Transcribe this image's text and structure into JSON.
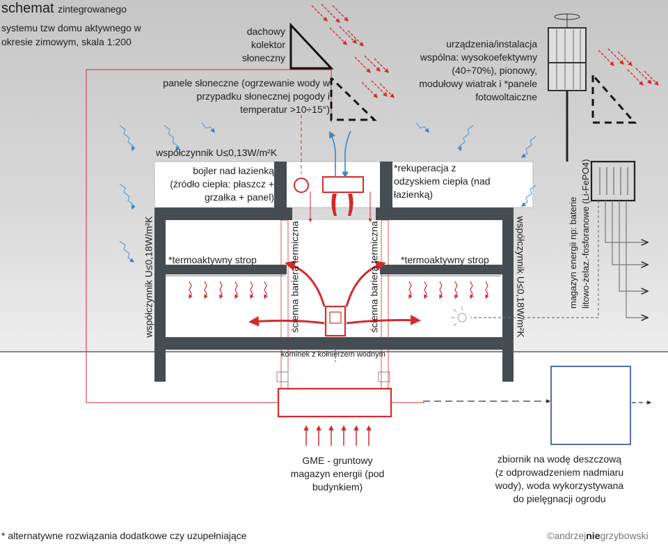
{
  "title": {
    "main": "schemat",
    "sub_first": "zintegrowanego",
    "line2": "systemu tzw domu aktywnego w",
    "line3": "okresie zimowym, skala 1:200"
  },
  "roof_collector": {
    "lines": [
      "dachowy",
      "kolektor",
      "słoneczny"
    ]
  },
  "solar_panels": {
    "lines": [
      "panele słoneczne (ogrzewanie wody w",
      "przypadku słonecznej pogody i",
      "temperatur >10÷15°)"
    ]
  },
  "wind_turbine": {
    "lines": [
      "urządzenia/instalacja",
      "wspólna: wysokoefektywny",
      "(40÷70%), pionowy,",
      "modułowy wiatrak i *panele",
      "fotowoltaiczne"
    ]
  },
  "roof_coefficient": "współczynnik U≤0,13W/m²K",
  "boiler": {
    "lines": [
      "bojler nad łazienką",
      "(źródło ciepła: płaszcz +",
      "grzałka + panel)"
    ]
  },
  "recuperation": {
    "lines": [
      "*rekuperacja z",
      "odzyskiem ciepła (nad",
      "łazienką)"
    ]
  },
  "wall_coefficient_left": "współczynnik U≤0,18W/m²K",
  "wall_coefficient_right": "współczynnik U≤0,18W/m²K",
  "ceiling_left": "*termoaktywny strop",
  "ceiling_right": "*termoaktywny strop",
  "thermal_barrier_left": "ścienna bariera termiczna",
  "thermal_barrier_right": "ścienna bariera termiczna",
  "fireplace": "kominek z kołnierzem wodnym",
  "battery": {
    "lines": [
      "magazyn energii np: baterie",
      "litowo-żelaz.-fosforanowe (Li-FePO4)"
    ]
  },
  "ground_storage": {
    "lines": [
      "GME - gruntowy",
      "magazyn energii (pod",
      "budynkiem)"
    ]
  },
  "rain_tank": {
    "lines": [
      "zbiornik na wodę deszczową",
      "(z odprowadzeniem nadmiaru",
      "wody), woda wykorzystywana",
      "do pielęgnacji ogrodu"
    ]
  },
  "footnote": "* alternatywne rozwiązania dodatkowe czy uzupełniające",
  "credit": {
    "prefix": "©",
    "part1": "andrzej",
    "part2": "nie",
    "part3": "grzybowski"
  },
  "colors": {
    "structure": "#454d52",
    "heat": "#d42a2a",
    "air": "#3a86c8",
    "outline": "#111111",
    "ground": "#ffffff"
  }
}
